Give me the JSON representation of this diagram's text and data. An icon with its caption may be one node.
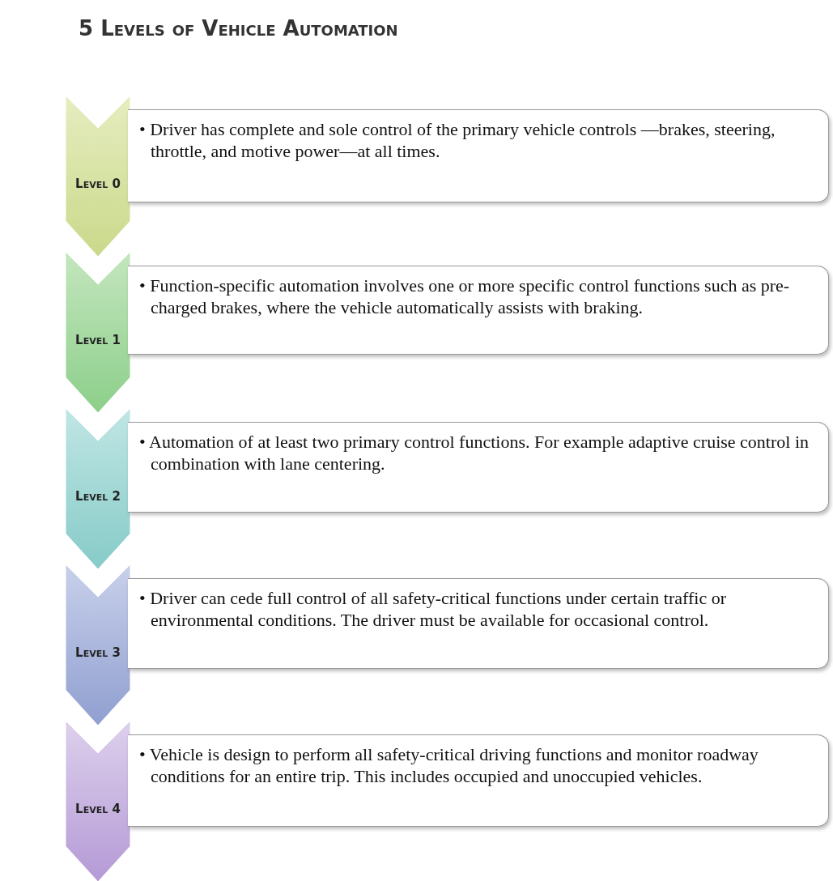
{
  "diagram": {
    "title": "5 Levels of Vehicle Automation",
    "nodes": [
      {
        "text": [
          "Level 0"
        ]
      },
      {
        "text": [
          "• Driver has complete and sole control of the primary vehicle controls —brakes, steering, throttle, and motive power—at all times."
        ]
      },
      {
        "text": [
          "Level 1"
        ]
      },
      {
        "text": [
          "• Function-specific automation involves one or more specific control functions such as pre-charged brakes, where the vehicle automatically assists with braking."
        ]
      },
      {
        "text": [
          "Level 2"
        ]
      },
      {
        "text": [
          "• Automation of at least two primary control functions. For example adaptive cruise control in combination with lane centering."
        ]
      },
      {
        "text": [
          "Level 3"
        ]
      },
      {
        "text": [
          "• Driver can cede full control of all safety-critical functions under certain traffic or environmental conditions. The driver must be available for occasional control."
        ]
      },
      {
        "text": [
          "Level 4"
        ]
      },
      {
        "text": [
          "• Vehicle is design to perform all safety-critical driving functions and monitor roadway conditions for an entire trip. This includes occupied and unoccupied vehicles."
        ]
      }
    ],
    "edges": []
  }
}
